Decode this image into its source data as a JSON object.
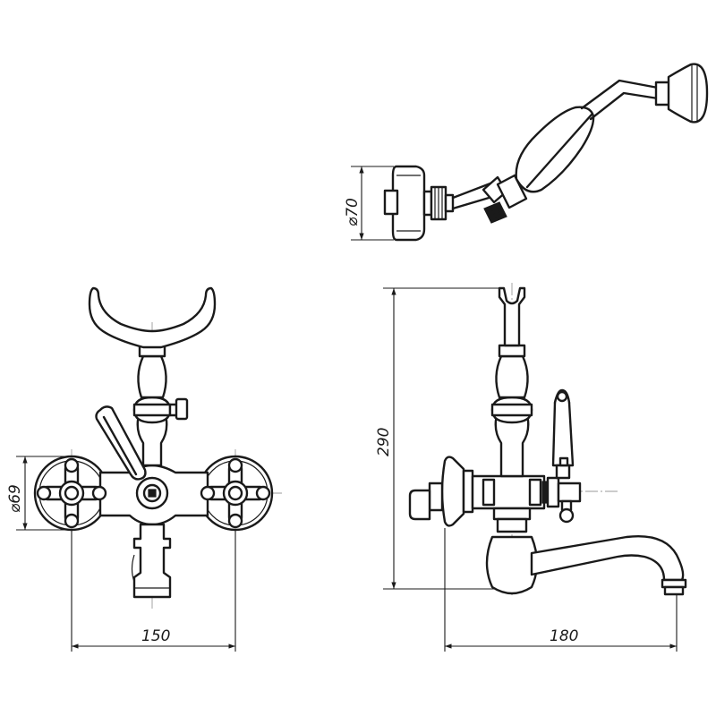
{
  "dimensions": {
    "shower_diameter": "⌀70",
    "flange_diameter": "⌀69",
    "width_front": "150",
    "height_side": "290",
    "spout_length": "180"
  }
}
